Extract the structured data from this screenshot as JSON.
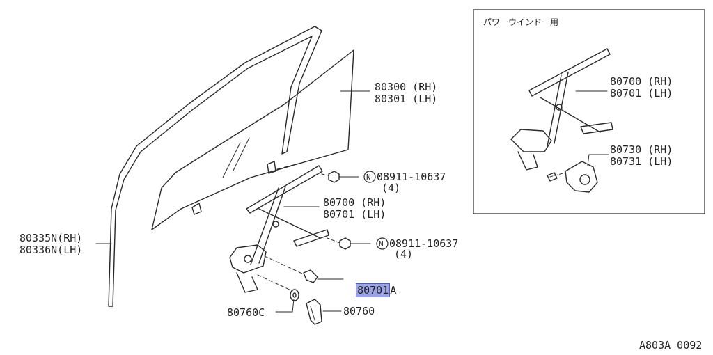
{
  "inset": {
    "title": "パワーウインドー用"
  },
  "labels": {
    "glass_rh": "80300 (RH)",
    "glass_lh": "80301 (LH)",
    "nut_top": "08911-10637",
    "nut_top_qty": "(4)",
    "nut_top_symbol": "N",
    "regulator_rh": "80700 (RH)",
    "regulator_lh": "80701 (LH)",
    "nut_mid": "08911-10637",
    "nut_mid_qty": "(4)",
    "nut_mid_symbol": "N",
    "channel_rh": "80335N(RH)",
    "channel_lh": "80336N(LH)",
    "bolt_highlighted": "80701",
    "bolt_suffix": "A",
    "washer": "80760C",
    "handle": "80760",
    "inset_regulator_rh": "80700 (RH)",
    "inset_regulator_lh": "80701 (LH)",
    "motor_rh": "80730 (RH)",
    "motor_lh": "80731 (LH)",
    "figure_code": "A803A 0092"
  }
}
